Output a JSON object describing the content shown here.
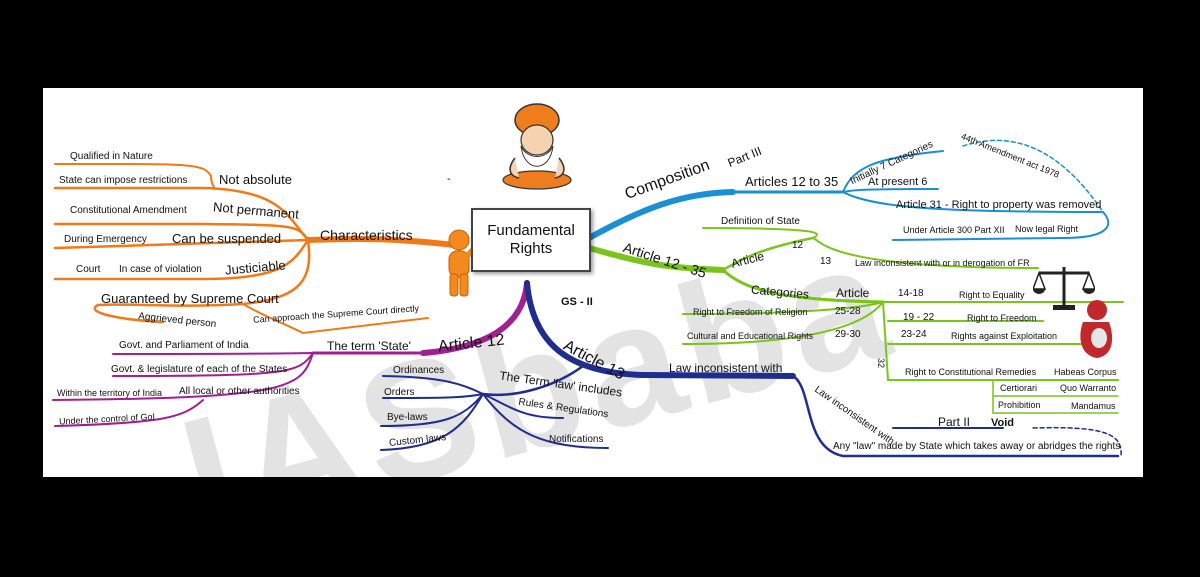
{
  "watermark": "IASbaba",
  "center": {
    "title_line1": "Fundamental",
    "title_line2": "Rights",
    "gs_label": "GS - II",
    "dash": "-"
  },
  "characteristics": {
    "title": "Characteristics",
    "not_absolute": "Not absolute",
    "qualified": "Qualified in Nature",
    "restrictions": "State can impose restrictions",
    "not_permanent": "Not permanent",
    "constitutional_amendment": "Constitutional Amendment",
    "can_be_suspended": "Can be suspended",
    "during_emergency": "During Emergency",
    "justiciable": "Justiciable",
    "in_case_violation": "In case of violation",
    "court": "Court",
    "guaranteed": "Guaranteed by Supreme Court",
    "aggrieved": "Aggrieved person",
    "approach_sc": "Can approach the Supreme Court directly"
  },
  "article12": {
    "title": "Article 12",
    "term_state": "The term 'State'",
    "govt_parliament": "Govt. and Parliament of India",
    "govt_states": "Govt. & legislature of each of the States",
    "all_local": "All local or other authorities",
    "within_territory": "Within the territory of India",
    "under_control": "Under the control of GoI"
  },
  "article13": {
    "title": "Article 13",
    "term_law": "The Term 'law' includes",
    "ordinances": "Ordinances",
    "orders": "Orders",
    "byelaws": "Bye-laws",
    "custom_laws": "Custom laws",
    "rules_regulations": "Rules & Regulations",
    "notifications": "Notifications",
    "law_inconsistent": "Law inconsistent with",
    "law_inconsistent2": "Law inconsistent with",
    "part2": "Part II",
    "void": "Void",
    "any_law": "Any \"law\" made by State which takes away or abridges the rights"
  },
  "composition": {
    "title": "Composition",
    "part3": "Part III",
    "articles": "Articles 12 to 35",
    "initially": "Initially 7 Categories",
    "amendment44": "44th Amendment act 1978",
    "present6": "At present 6",
    "article31": "Article 31 - Right to property was removed",
    "under300": "Under Article 300 Part XII",
    "legal_right": "Now legal Right"
  },
  "art1235": {
    "title": "Article 12 - 35",
    "article": "Article",
    "definition_state": "Definition of State",
    "n12": "12",
    "n13": "13",
    "law_derogation": "Law inconsistent with or in derogation of FR",
    "categories": "Categories",
    "article_hdr": "Article",
    "rows": [
      {
        "range": "14-18",
        "name": "Right to Equality"
      },
      {
        "range": "25-28",
        "name": "Right to Freedom of Religion"
      },
      {
        "range": "19 - 22",
        "name": "Right to Freedom"
      },
      {
        "range": "29-30",
        "name": "Cultural and Educational Rights"
      },
      {
        "range": "23-24",
        "name": "Rights against Exploitation"
      }
    ],
    "n32": "32",
    "remedies": "Right to Constitutional Remedies",
    "writs": [
      "Habeas Corpus",
      "Certiorari",
      "Quo Warranto",
      "Prohibition",
      "Mandamus"
    ]
  },
  "colors": {
    "orange": "#f07a17",
    "purple": "#a0208f",
    "navy": "#1f2e8e",
    "blue": "#1a8fd1",
    "green": "#7ac41c"
  }
}
